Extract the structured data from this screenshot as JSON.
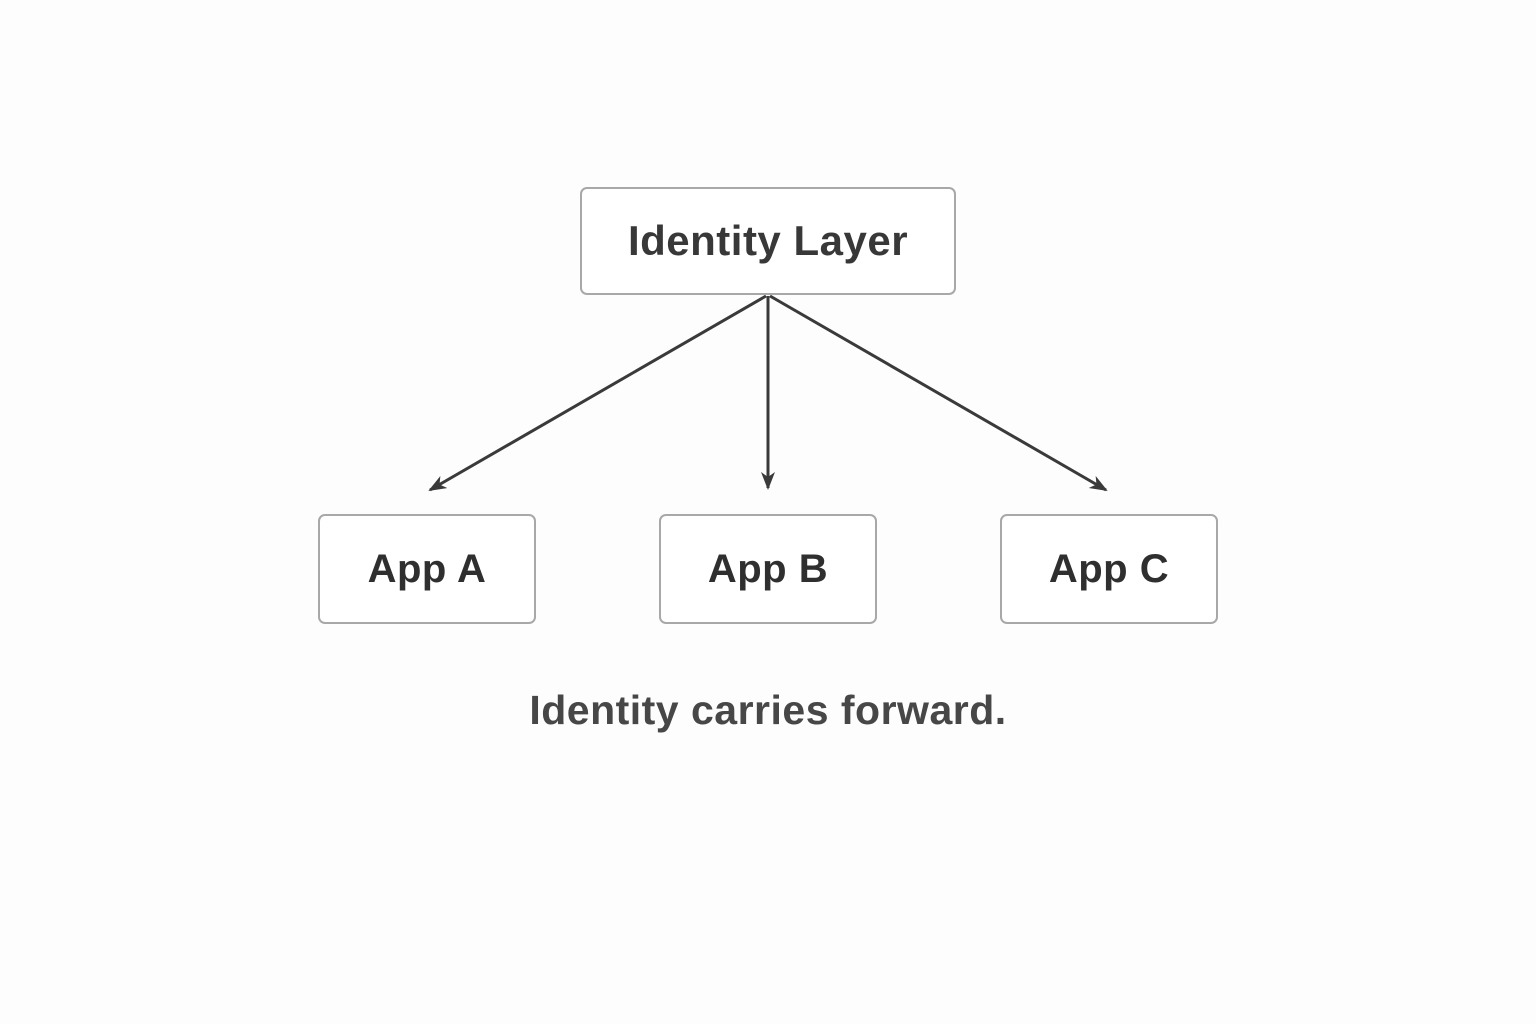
{
  "diagram": {
    "root": {
      "label": "Identity Layer"
    },
    "apps": [
      {
        "label": "App A"
      },
      {
        "label": "App B"
      },
      {
        "label": "App C"
      }
    ],
    "edges": [
      {
        "from": "Identity Layer",
        "to": "App A"
      },
      {
        "from": "Identity Layer",
        "to": "App B"
      },
      {
        "from": "Identity Layer",
        "to": "App C"
      }
    ],
    "caption": "Identity carries forward.",
    "colors": {
      "background": "#fdfdfd",
      "node_fill": "#ffffff",
      "node_border": "#a8a8a8",
      "node_text": "#383838",
      "arrow": "#3a3a3a",
      "caption_text": "#474747"
    }
  }
}
